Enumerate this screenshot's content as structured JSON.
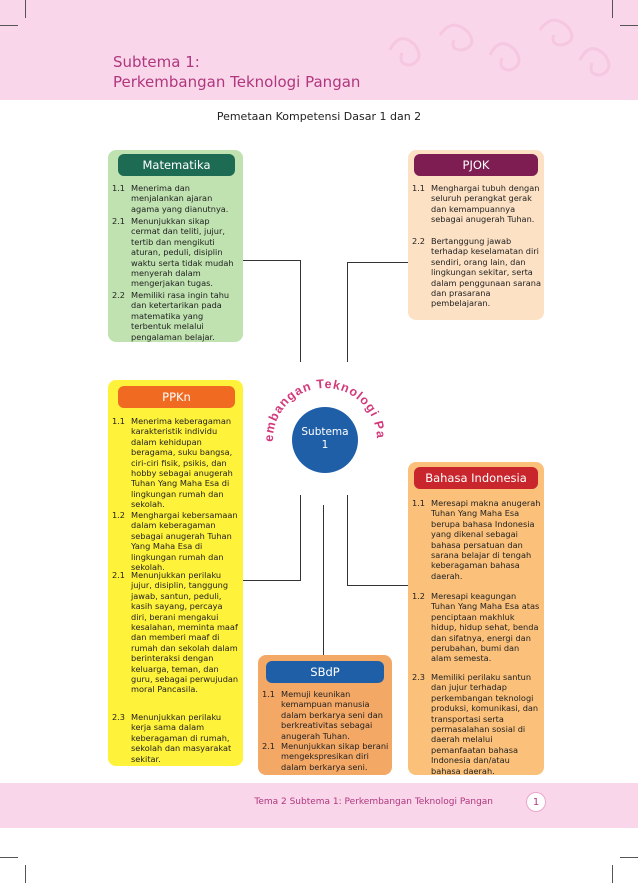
{
  "header": {
    "title_line1": "Subtema 1:",
    "title_line2": "Perkembangan Teknologi Pangan"
  },
  "subheading": "Pemetaan Kompetensi Dasar 1 dan 2",
  "center": {
    "label_line1": "Subtema",
    "label_line2": "1",
    "arc_text": "Perkembangan Teknologi Pangan"
  },
  "boxes": {
    "matematika": {
      "title": "Matematika",
      "items": [
        {
          "num": "1.1",
          "text": "Menerima dan menjalankan ajaran agama yang dianutnya."
        },
        {
          "num": "2.1",
          "text": "Menunjukkan sikap cermat dan teliti, jujur, tertib dan mengikuti aturan, peduli, disiplin waktu serta tidak mudah menyerah dalam mengerjakan tugas."
        },
        {
          "num": "2.2",
          "text": "Memiliki rasa ingin tahu dan ketertarikan pada matematika yang terbentuk melalui pengalaman belajar."
        }
      ]
    },
    "pjok": {
      "title": "PJOK",
      "items": [
        {
          "num": "1.1",
          "text": "Menghargai tubuh dengan seluruh perangkat gerak dan kemampuannya sebagai anugerah Tuhan."
        },
        {
          "num": "2.2",
          "text": "Bertanggung jawab terhadap keselamatan diri sendiri, orang lain, dan lingkungan sekitar, serta dalam penggunaan sarana dan prasarana pembelajaran."
        }
      ]
    },
    "ppkn": {
      "title": "PPKn",
      "items": [
        {
          "num": "1.1",
          "text": "Menerima keberagaman karakteristik individu dalam kehidupan beragama, suku bangsa, ciri-ciri fisik, psikis, dan hobby sebagai anugerah Tuhan Yang Maha Esa di lingkungan rumah dan sekolah."
        },
        {
          "num": "1.2",
          "text": "Menghargai kebersamaan dalam keberagaman sebagai anugerah Tuhan Yang Maha Esa di lingkungan rumah dan sekolah."
        },
        {
          "num": "2.1",
          "text": "Menunjukkan perilaku jujur, disiplin, tanggung jawab, santun, peduli, kasih sayang, percaya diri, berani mengakui kesalahan, meminta maaf dan memberi maaf di rumah dan sekolah dalam berinteraksi dengan keluarga, teman, dan guru, sebagai perwujudan moral Pancasila."
        },
        {
          "num": "2.3",
          "text": "Menunjukkan perilaku kerja sama dalam keberagaman di rumah, sekolah dan masyarakat sekitar."
        }
      ]
    },
    "bahasa": {
      "title": "Bahasa Indonesia",
      "items": [
        {
          "num": "1.1",
          "text": "Meresapi makna anugerah Tuhan Yang Maha Esa berupa bahasa Indonesia yang dikenal sebagai bahasa persatuan dan sarana belajar di tengah keberagaman bahasa daerah."
        },
        {
          "num": "1.2",
          "text": "Meresapi keagungan Tuhan Yang Maha Esa atas penciptaan makhluk hidup, hidup sehat, benda dan sifatnya, energi dan perubahan, bumi dan alam semesta."
        },
        {
          "num": "2.3",
          "text": "Memiliki perilaku santun dan jujur terhadap perkembangan teknologi produksi, komunikasi, dan transportasi serta permasalahan sosial di daerah melalui pemanfaatan bahasa Indonesia dan/atau bahasa daerah."
        }
      ]
    },
    "sbdp": {
      "title": "SBdP",
      "items": [
        {
          "num": "1.1",
          "text": "Memuji keunikan kemampuan manusia dalam berkarya seni dan berkreativitas sebagai anugerah Tuhan."
        },
        {
          "num": "2.1",
          "text": "Menunjukkan sikap berani mengekspresikan diri dalam berkarya seni."
        }
      ]
    }
  },
  "footer": {
    "text": "Tema 2 Subtema 1: Perkembangan Teknologi Pangan",
    "page_number": "1"
  },
  "colors": {
    "header_pink": "#f9d6ea",
    "title_magenta": "#b0377e",
    "center_blue": "#1f5fa8",
    "matematika_bg": "#bfe2b0",
    "matematika_title": "#1e6b53",
    "pjok_bg": "#fde1c4",
    "pjok_title": "#7e1d52",
    "ppkn_bg": "#fff23a",
    "ppkn_title": "#f06a22",
    "bahasa_bg": "#fbc17a",
    "bahasa_title": "#c8262c",
    "sbdp_bg": "#f4a866",
    "sbdp_title": "#1f5fa8"
  }
}
